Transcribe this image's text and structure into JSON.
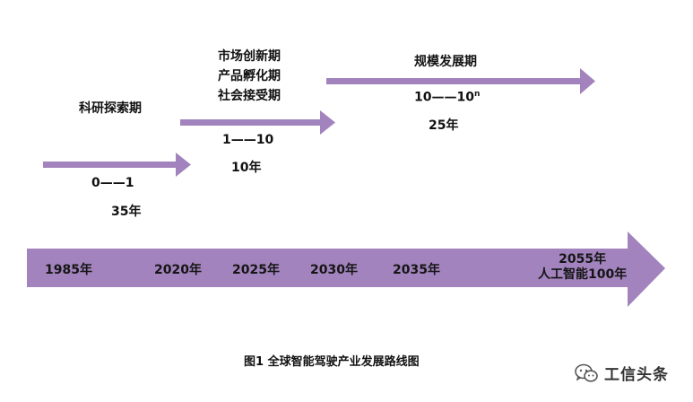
{
  "colors": {
    "arrow": "#A283BD",
    "text": "#111111"
  },
  "stages": [
    {
      "phase_lines": [
        "科研探索期"
      ],
      "range": "0——1",
      "duration": "35年"
    },
    {
      "phase_lines": [
        "市场创新期",
        "产品孵化期",
        "社会接受期"
      ],
      "range": "1——10",
      "duration": "10年"
    },
    {
      "phase_lines": [
        "规模发展期"
      ],
      "range_base": "10——10",
      "range_sup": "n",
      "duration": "25年"
    }
  ],
  "timeline": {
    "labels": [
      "1985年",
      "2020年",
      "2025年",
      "2030年",
      "2035年"
    ],
    "end_label": [
      "2055年",
      "人工智能100年"
    ]
  },
  "caption": "图1  全球智能驾驶产业发展路线图",
  "watermark": {
    "icon": "wechat-icon",
    "text": "工信头条"
  }
}
